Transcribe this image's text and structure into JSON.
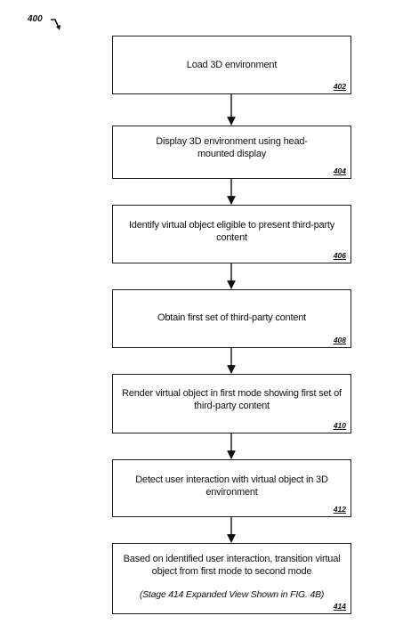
{
  "figure": {
    "ref": "400"
  },
  "steps": [
    {
      "text": "Load 3D environment",
      "number": "402"
    },
    {
      "text": "Display 3D environment using head-mounted display",
      "number": "404"
    },
    {
      "text": "Identify virtual object eligible to present third-party content",
      "number": "406"
    },
    {
      "text": "Obtain first set of third-party content",
      "number": "408"
    },
    {
      "text": "Render virtual object in first mode showing first set of third-party content",
      "number": "410"
    },
    {
      "text": "Detect user interaction with virtual object in 3D environment",
      "number": "412"
    },
    {
      "text": "Based on identified user interaction, transition virtual object from first mode to second mode",
      "note": "(Stage 414 Expanded View Shown in FIG. 4B)",
      "number": "414"
    }
  ]
}
